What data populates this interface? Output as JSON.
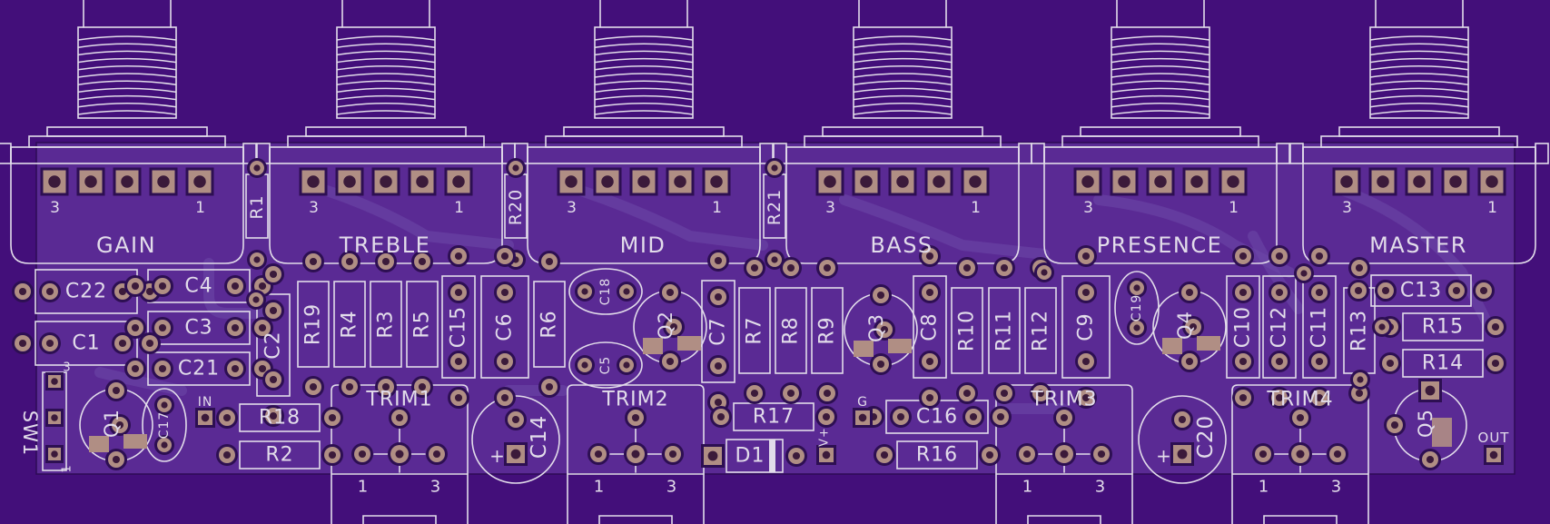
{
  "pots": [
    {
      "label": "GAIN",
      "pin_left": "3",
      "pin_right": "1"
    },
    {
      "label": "TREBLE",
      "pin_left": "3",
      "pin_right": "1"
    },
    {
      "label": "MID",
      "pin_left": "3",
      "pin_right": "1"
    },
    {
      "label": "BASS",
      "pin_left": "3",
      "pin_right": "1"
    },
    {
      "label": "PRESENCE",
      "pin_left": "3",
      "pin_right": "1"
    },
    {
      "label": "MASTER",
      "pin_left": "3",
      "pin_right": "1"
    }
  ],
  "vertical_resistors": [
    "R1",
    "R20",
    "R21"
  ],
  "boxed_parts": [
    "C22",
    "C1",
    "C4",
    "C3",
    "C21",
    "C2",
    "R19",
    "R4",
    "R3",
    "R5",
    "C15",
    "C6",
    "R6",
    "C7",
    "R7",
    "R8",
    "R9",
    "C8",
    "R10",
    "R11",
    "R12",
    "C9",
    "C10",
    "C12",
    "C11",
    "R13",
    "C13",
    "R15",
    "R14",
    "R18",
    "R2",
    "R17",
    "C16",
    "R16",
    "D1"
  ],
  "oval_caps": [
    "C18",
    "C5",
    "C19",
    "C17"
  ],
  "transistors": [
    "Q1",
    "Q2",
    "Q3",
    "Q4",
    "Q5"
  ],
  "electrolytics": [
    "C14",
    "C20"
  ],
  "trimmers": [
    {
      "label": "TRIM1",
      "pin_left": "1",
      "pin_right": "3"
    },
    {
      "label": "TRIM2",
      "pin_left": "1",
      "pin_right": "3"
    },
    {
      "label": "TRIM3",
      "pin_left": "1",
      "pin_right": "3"
    },
    {
      "label": "TRIM4",
      "pin_left": "1",
      "pin_right": "3"
    }
  ],
  "switch": {
    "label": "SW1",
    "pin_top": "3",
    "pin_bottom": "1"
  },
  "pad_labels": {
    "in": "IN",
    "out": "OUT",
    "ground": "G",
    "v_plus": "V+"
  },
  "plus_mark": "+",
  "colors": {
    "board_background": "#430f7a",
    "solder_mask": "#5a2a94",
    "copper_trace": "#6e48a8",
    "silkscreen": "#e2dcea",
    "pad_copper": "#b08e84",
    "pad_hole": "#3b1a3a",
    "pad_ring": "#2d0f52"
  }
}
